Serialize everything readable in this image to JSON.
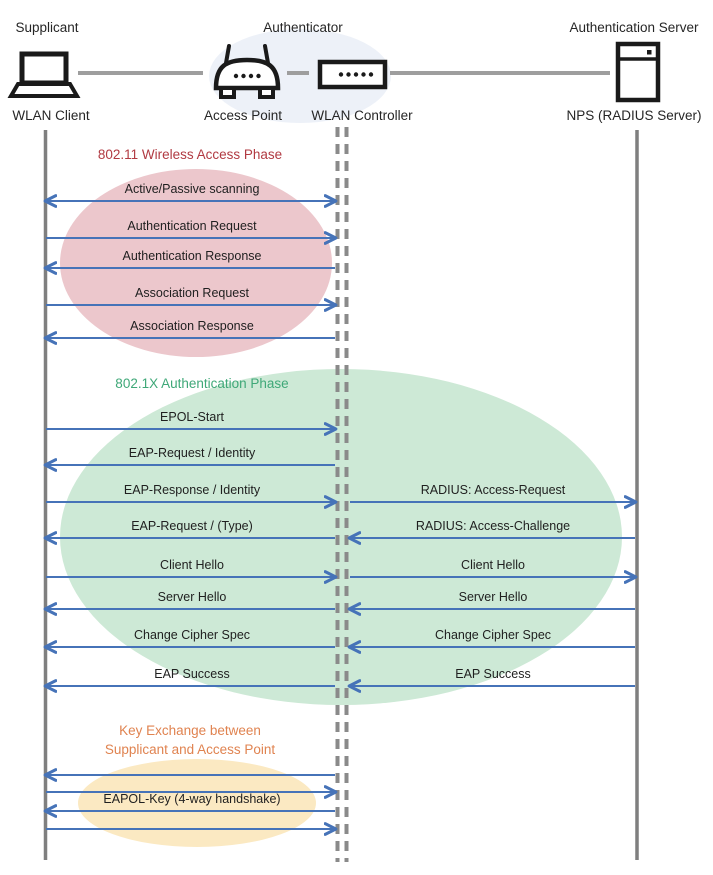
{
  "header": {
    "roles": [
      {
        "label": "Supplicant"
      },
      {
        "label": "Authenticator"
      },
      {
        "label": "Authentication Server"
      }
    ],
    "nodes": [
      {
        "label": "WLAN Client",
        "icon": "laptop-icon"
      },
      {
        "label": "Access Point",
        "icon": "access-point-icon"
      },
      {
        "label": "WLAN Controller",
        "icon": "wlan-controller-icon"
      },
      {
        "label": "NPS (RADIUS Server)",
        "icon": "server-icon"
      }
    ]
  },
  "colors": {
    "arrow": "#4673B8",
    "lifeline": "#7F7F7F",
    "lifeline_dashed": "#8A8A8A",
    "connector": "#9E9E9E",
    "authenticator_fill": "#EDF1F8",
    "phase1_title": "#B13A42",
    "phase1_fill": "#ECC7CC",
    "phase2_title": "#3FA878",
    "phase2_fill": "#CDE9D6",
    "phase3_title": "#E08350",
    "phase3_fill": "#FBE9C2",
    "text": "#1F1F1F"
  },
  "phases": [
    {
      "title": "802.11 Wireless Access Phase",
      "messages": [
        {
          "label": "Active/Passive scanning",
          "lane": "left",
          "dir": "both"
        },
        {
          "label": "Authentication Request",
          "lane": "left",
          "dir": "ltr"
        },
        {
          "label": "Authentication Response",
          "lane": "left",
          "dir": "rtl"
        },
        {
          "label": "Association Request",
          "lane": "left",
          "dir": "ltr"
        },
        {
          "label": "Association Response",
          "lane": "left",
          "dir": "rtl"
        }
      ]
    },
    {
      "title": "802.1X Authentication Phase",
      "messages": [
        {
          "label": "EPOL-Start",
          "lane": "left",
          "dir": "ltr"
        },
        {
          "label": "EAP-Request / Identity",
          "lane": "left",
          "dir": "rtl"
        },
        {
          "label": "EAP-Response / Identity",
          "lane": "left",
          "dir": "ltr"
        },
        {
          "label": "RADIUS: Access-Request",
          "lane": "right",
          "dir": "ltr"
        },
        {
          "label": "EAP-Request / (Type)",
          "lane": "left",
          "dir": "rtl"
        },
        {
          "label": "RADIUS: Access-Challenge",
          "lane": "right",
          "dir": "rtl"
        },
        {
          "label": "Client Hello",
          "lane": "left",
          "dir": "ltr"
        },
        {
          "label": "Client Hello",
          "lane": "right",
          "dir": "ltr"
        },
        {
          "label": "Server Hello",
          "lane": "left",
          "dir": "rtl"
        },
        {
          "label": "Server Hello",
          "lane": "right",
          "dir": "rtl"
        },
        {
          "label": "Change Cipher Spec",
          "lane": "left",
          "dir": "rtl"
        },
        {
          "label": "Change Cipher Spec",
          "lane": "right",
          "dir": "rtl"
        },
        {
          "label": "EAP Success",
          "lane": "left",
          "dir": "rtl"
        },
        {
          "label": "EAP Success",
          "lane": "right",
          "dir": "rtl"
        }
      ]
    },
    {
      "title_line1": "Key Exchange between",
      "title_line2": "Supplicant and Access Point",
      "messages": [
        {
          "label": "",
          "lane": "left",
          "dir": "rtl"
        },
        {
          "label": "",
          "lane": "left",
          "dir": "ltr"
        },
        {
          "label": "EAPOL-Key (4-way handshake)",
          "lane": "left",
          "dir": "rtl"
        },
        {
          "label": "",
          "lane": "left",
          "dir": "ltr"
        }
      ]
    }
  ]
}
